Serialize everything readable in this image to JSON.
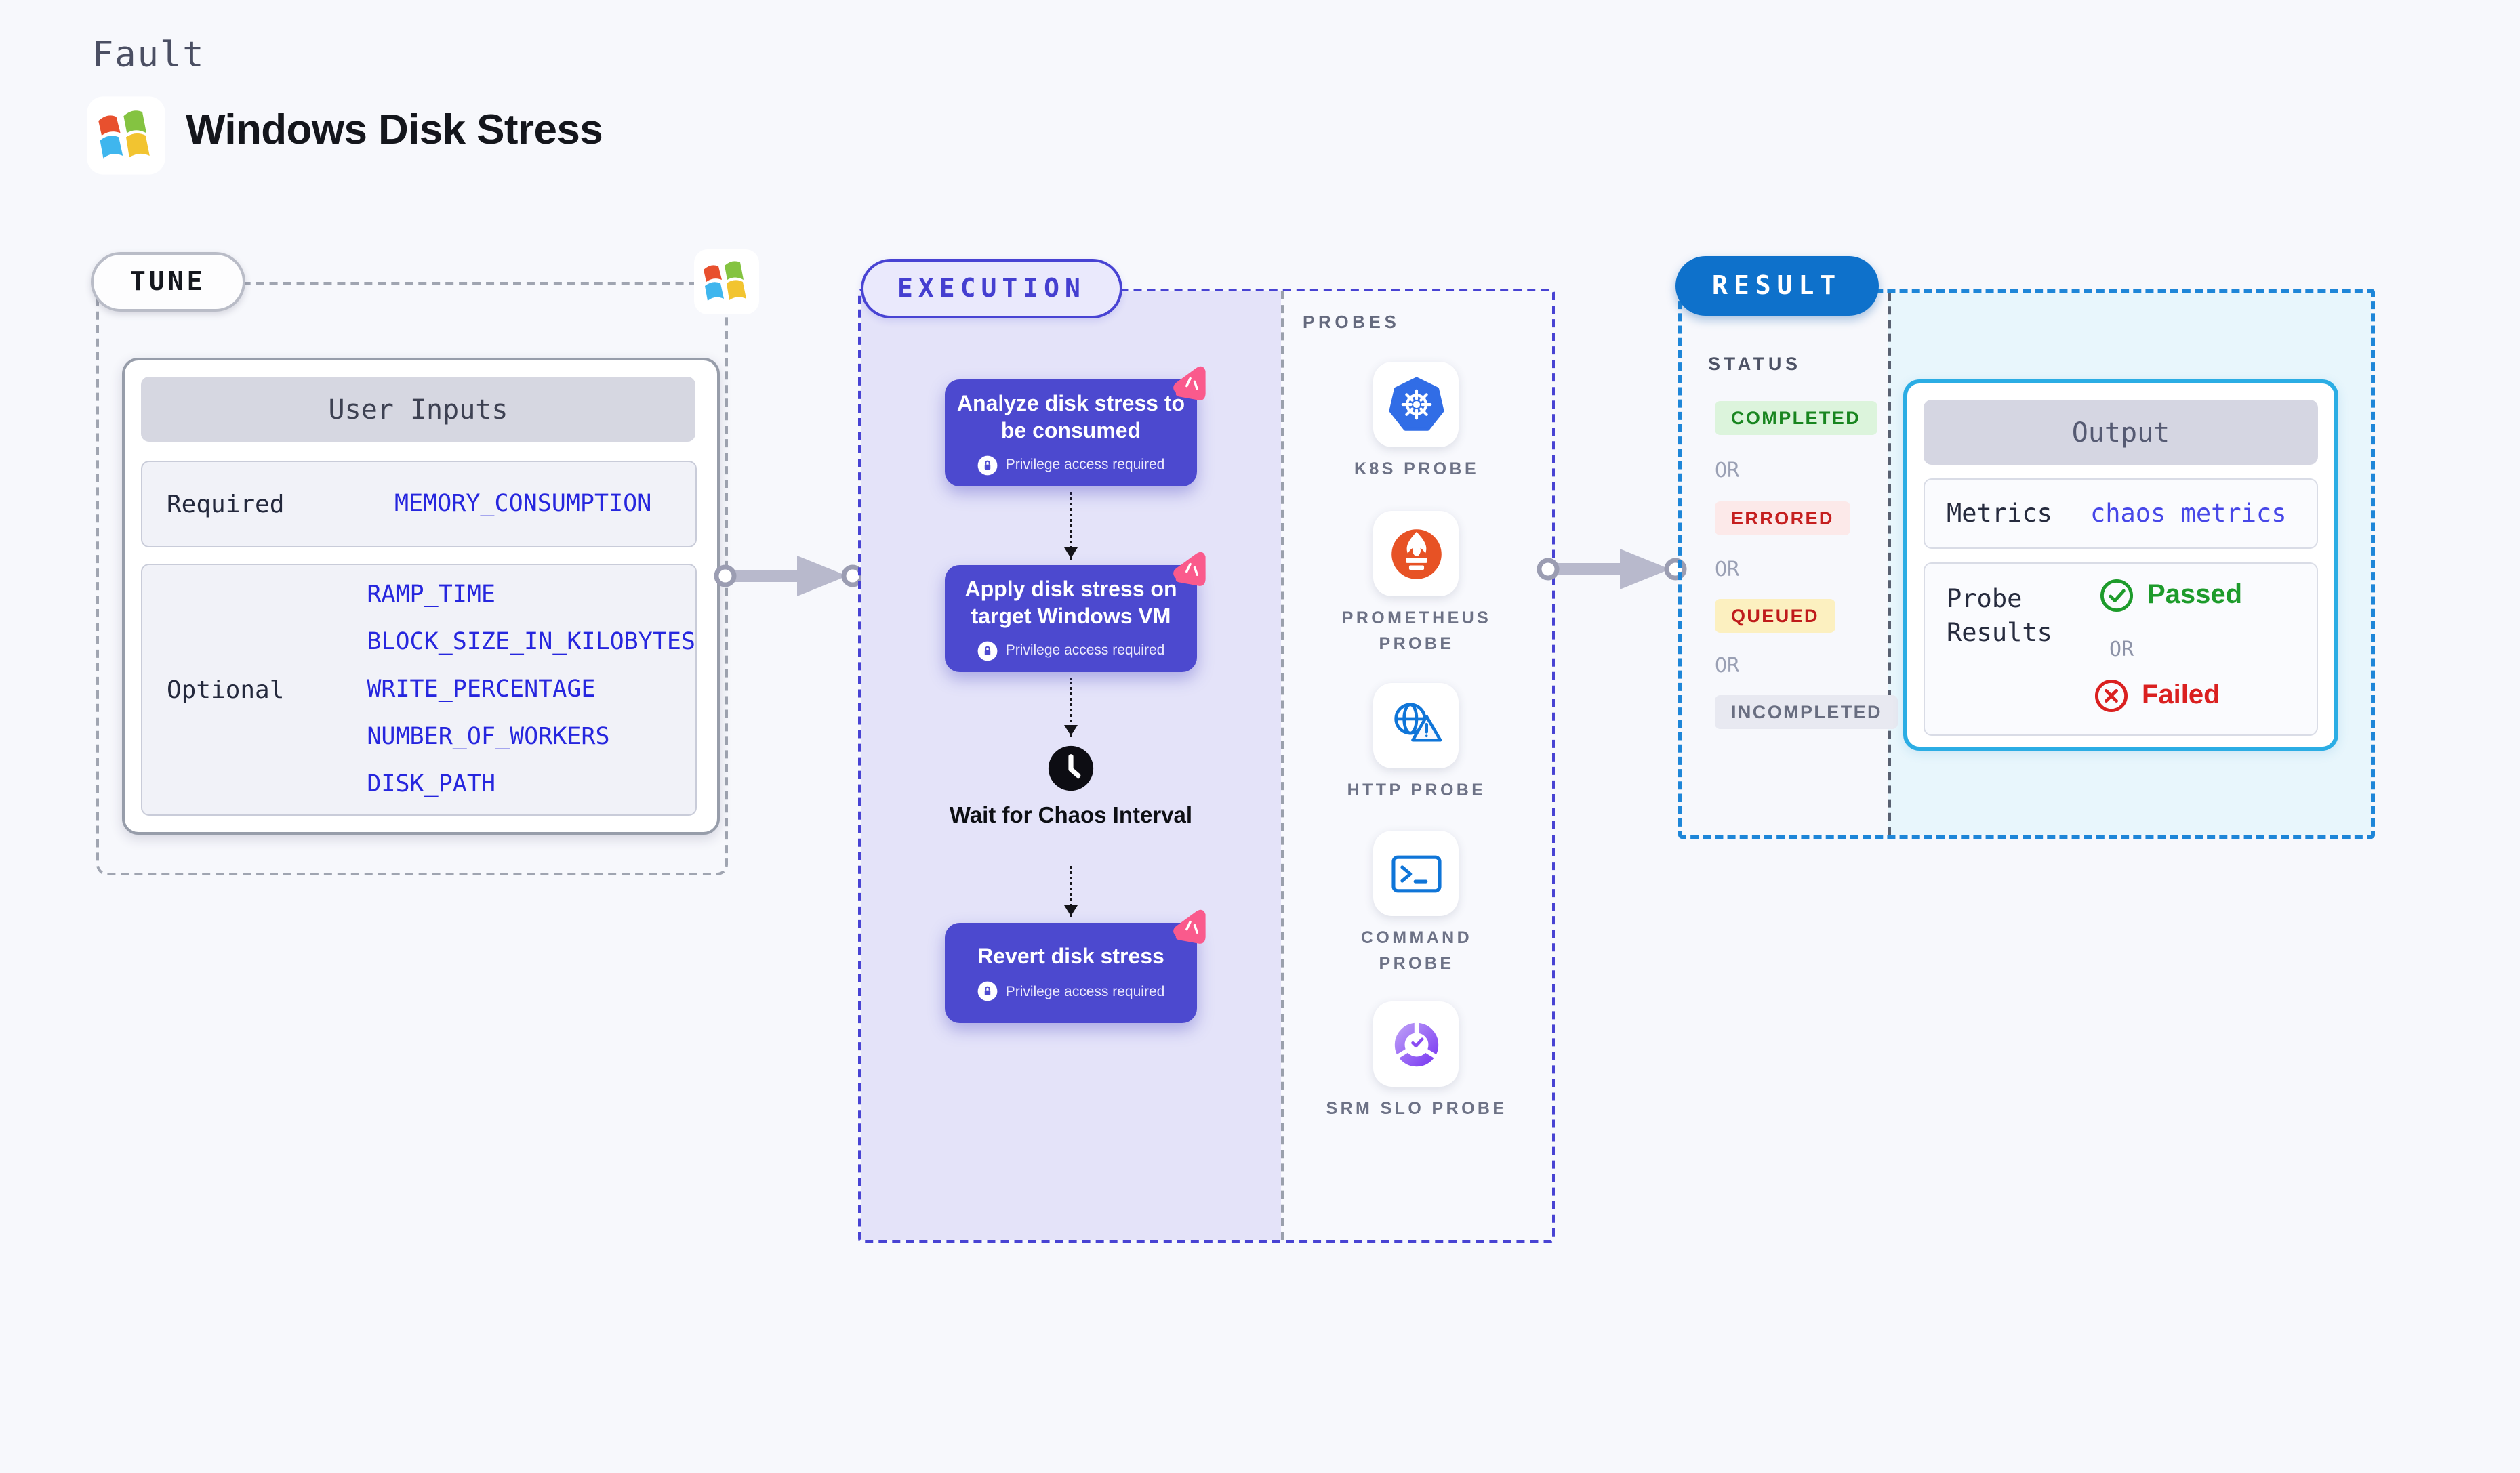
{
  "colors": {
    "page-bg": "#f7f8fc",
    "accent-indigo": "#4843d3",
    "lavender-bg": "#e4e3f9",
    "step-card-purple": "#4c49cf",
    "ribbon-pink": "#fa5a8c",
    "param-blue": "#2626de",
    "result-badge-blue": "#0e71cb",
    "result-dash-blue": "#1e86d8",
    "output-border-cyan": "#2bade4",
    "output-panel-cyan": "#e8f6fc",
    "k8s-blue": "#316de6",
    "prometheus-orange": "#e75225",
    "probe-icon-blue": "#0f75d8",
    "srm-purple": "#7e3ff2",
    "completed-green": "#18851f",
    "errored-red": "#c51f1f",
    "queued-red": "#bf1b1b",
    "incompleted-gray": "#686d80",
    "passed-green": "#1d9b2b",
    "failed-red": "#da2020"
  },
  "header": {
    "eyebrow": "Fault",
    "title": "Windows Disk Stress"
  },
  "tune": {
    "badge": "TUNE",
    "table_title": "User Inputs",
    "required_label": "Required",
    "required_params": [
      "MEMORY_CONSUMPTION"
    ],
    "optional_label": "Optional",
    "optional_params": [
      "RAMP_TIME",
      "BLOCK_SIZE_IN_KILOBYTES",
      "WRITE_PERCENTAGE",
      "NUMBER_OF_WORKERS",
      "DISK_PATH"
    ]
  },
  "execution": {
    "badge": "EXECUTION",
    "steps": [
      {
        "title": "Analyze disk stress to be consumed",
        "note": "Privilege access required"
      },
      {
        "title": "Apply disk stress on target Windows VM",
        "note": "Privilege access required"
      },
      {
        "title": "Revert disk stress",
        "note": "Privilege access required"
      }
    ],
    "wait_label": "Wait for Chaos Interval"
  },
  "probes": {
    "label": "PROBES",
    "items": [
      {
        "name": "K8S PROBE",
        "icon": "kubernetes-icon"
      },
      {
        "name": "PROMETHEUS PROBE",
        "icon": "prometheus-icon"
      },
      {
        "name": "HTTP PROBE",
        "icon": "http-globe-warning-icon"
      },
      {
        "name": "COMMAND PROBE",
        "icon": "terminal-icon"
      },
      {
        "name": "SRM SLO PROBE",
        "icon": "slo-donut-check-icon"
      }
    ]
  },
  "result": {
    "badge": "RESULT",
    "status_label": "STATUS",
    "or_label": "OR",
    "statuses": [
      {
        "label": "COMPLETED"
      },
      {
        "label": "ERRORED"
      },
      {
        "label": "QUEUED"
      },
      {
        "label": "INCOMPLETED"
      }
    ],
    "output": {
      "title": "Output",
      "metrics_label": "Metrics",
      "metrics_value": "chaos metrics",
      "probe_results_label": "Probe Results",
      "passed": "Passed",
      "failed": "Failed"
    }
  }
}
